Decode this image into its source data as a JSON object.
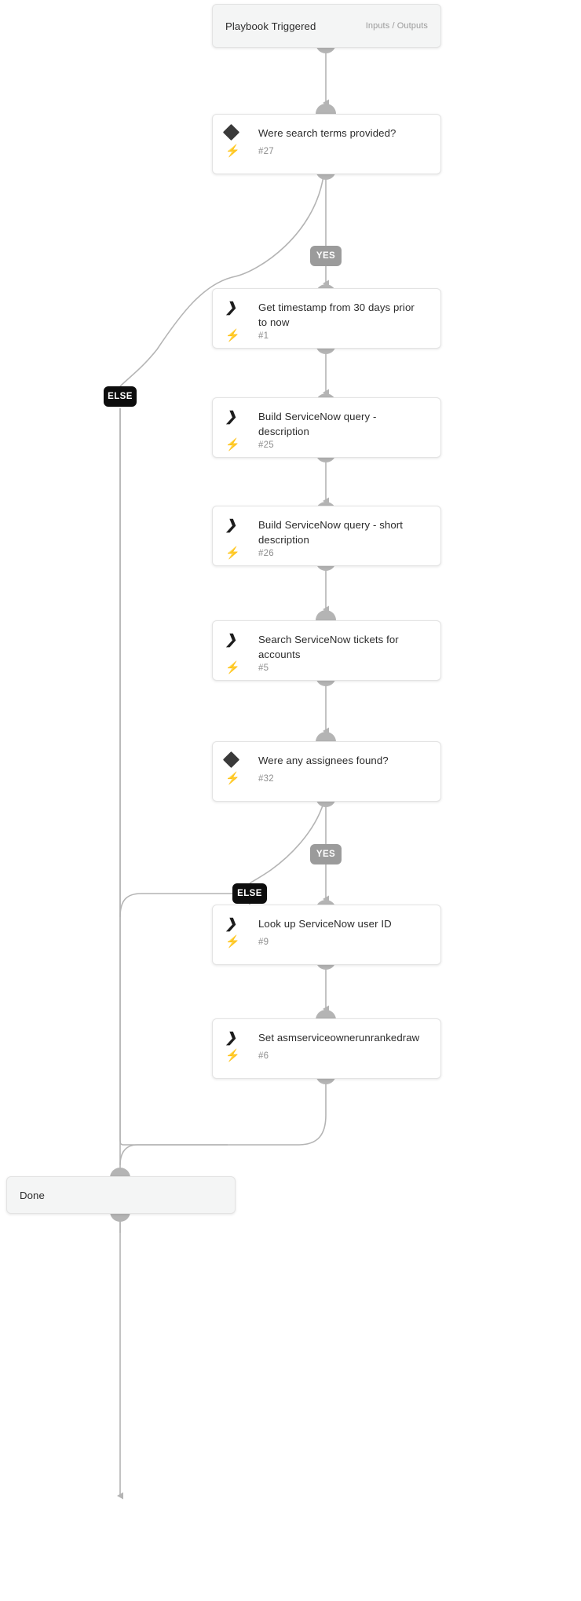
{
  "diagram": {
    "type": "playbook-workflow",
    "colors": {
      "edge": "#b4b4b4",
      "port": "#b4b4b4",
      "bolt": "#f5a623",
      "yes_badge": "#9b9b9b",
      "else_badge": "#0d0d0d",
      "card_bg": "#ffffff",
      "terminal_bg": "#f4f5f5",
      "card_border": "#e3e3e3",
      "title_text": "#2b2b2b",
      "id_text": "#8d8d8d"
    },
    "icons": {
      "decision": "diamond-icon",
      "action": "chevron-right-icon",
      "trigger": "lightning-bolt-icon"
    },
    "start": {
      "label": "Playbook Triggered",
      "meta": "Inputs / Outputs"
    },
    "end": {
      "label": "Done"
    },
    "nodes": [
      {
        "key": "n27",
        "title": "Were search terms provided?",
        "id": "#27",
        "kind": "decision"
      },
      {
        "key": "n1",
        "title": "Get timestamp from 30 days prior to now",
        "id": "#1",
        "kind": "action"
      },
      {
        "key": "n25",
        "title": "Build ServiceNow query - description",
        "id": "#25",
        "kind": "action"
      },
      {
        "key": "n26",
        "title": "Build ServiceNow query - short description",
        "id": "#26",
        "kind": "action"
      },
      {
        "key": "n5",
        "title": "Search ServiceNow tickets for accounts",
        "id": "#5",
        "kind": "action"
      },
      {
        "key": "n32",
        "title": "Were any assignees found?",
        "id": "#32",
        "kind": "decision"
      },
      {
        "key": "n9",
        "title": "Look up ServiceNow user ID",
        "id": "#9",
        "kind": "action"
      },
      {
        "key": "n6",
        "title": "Set asmserviceownerunrankedraw",
        "id": "#6",
        "kind": "action"
      }
    ],
    "branch_labels": {
      "yes_1": "YES",
      "else_1": "ELSE",
      "yes_2": "YES",
      "else_2": "ELSE"
    }
  }
}
